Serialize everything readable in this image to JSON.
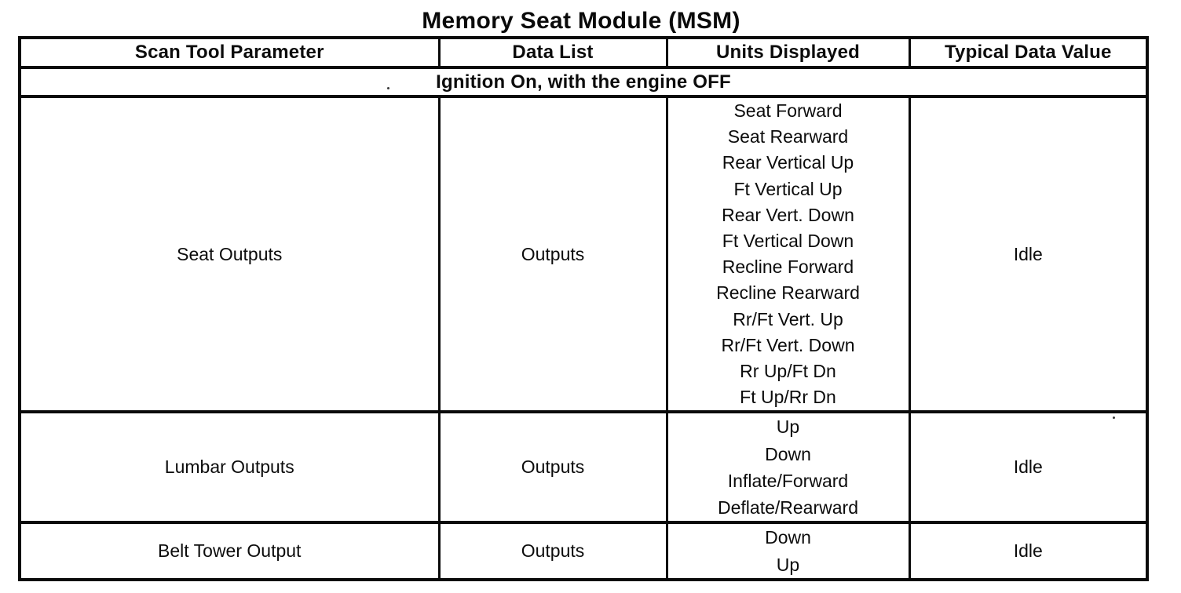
{
  "title": "Memory Seat Module (MSM)",
  "table": {
    "headers": [
      "Scan Tool Parameter",
      "Data List",
      "Units Displayed",
      "Typical Data Value"
    ],
    "section_header": "Ignition On, with the engine OFF",
    "rows": [
      {
        "parameter": "Seat Outputs",
        "data_list": "Outputs",
        "units": [
          "Seat Forward",
          "Seat Rearward",
          "Rear Vertical Up",
          "Ft Vertical Up",
          "Rear Vert. Down",
          "Ft Vertical Down",
          "Recline Forward",
          "Recline Rearward",
          "Rr/Ft Vert. Up",
          "Rr/Ft Vert. Down",
          "Rr Up/Ft Dn",
          "Ft Up/Rr Dn"
        ],
        "typical_value": "Idle"
      },
      {
        "parameter": "Lumbar Outputs",
        "data_list": "Outputs",
        "units": [
          "Up",
          "Down",
          "Inflate/Forward",
          "Deflate/Rearward"
        ],
        "typical_value": "Idle"
      },
      {
        "parameter": "Belt Tower Output",
        "data_list": "Outputs",
        "units": [
          "Down",
          "Up"
        ],
        "typical_value": "Idle"
      }
    ]
  }
}
